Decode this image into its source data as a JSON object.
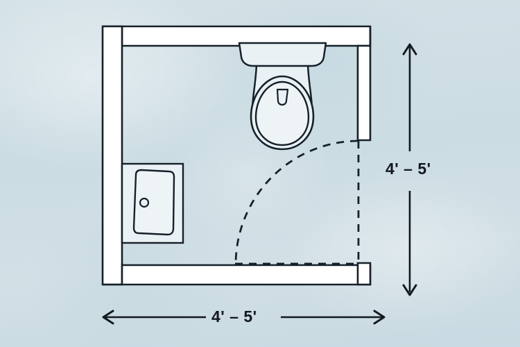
{
  "diagram": {
    "type": "bathroom-floor-plan",
    "title": "Half bath floor plan",
    "background_color": "#cfdfe5",
    "line_color": "#16202a",
    "fixture_fill": "#e9f1f4",
    "wall_fill": "#ffffff"
  },
  "dimensions": {
    "width_label": "4' – 5'",
    "depth_label": "4' – 5'"
  },
  "fixtures": {
    "toilet": {
      "name": "toilet",
      "position": "top-right",
      "parts": [
        "tank",
        "body",
        "bowl",
        "bowl-rim",
        "water-spot"
      ]
    },
    "sink": {
      "name": "sink-vanity",
      "position": "left-wall",
      "parts": [
        "counter",
        "basin",
        "drain"
      ]
    },
    "door": {
      "name": "door",
      "position": "right-wall",
      "swing": "inward-left",
      "style": "dashed-arc"
    }
  },
  "room": {
    "walls": [
      "top",
      "left",
      "bottom",
      "right"
    ],
    "door_opening_wall": "right"
  }
}
